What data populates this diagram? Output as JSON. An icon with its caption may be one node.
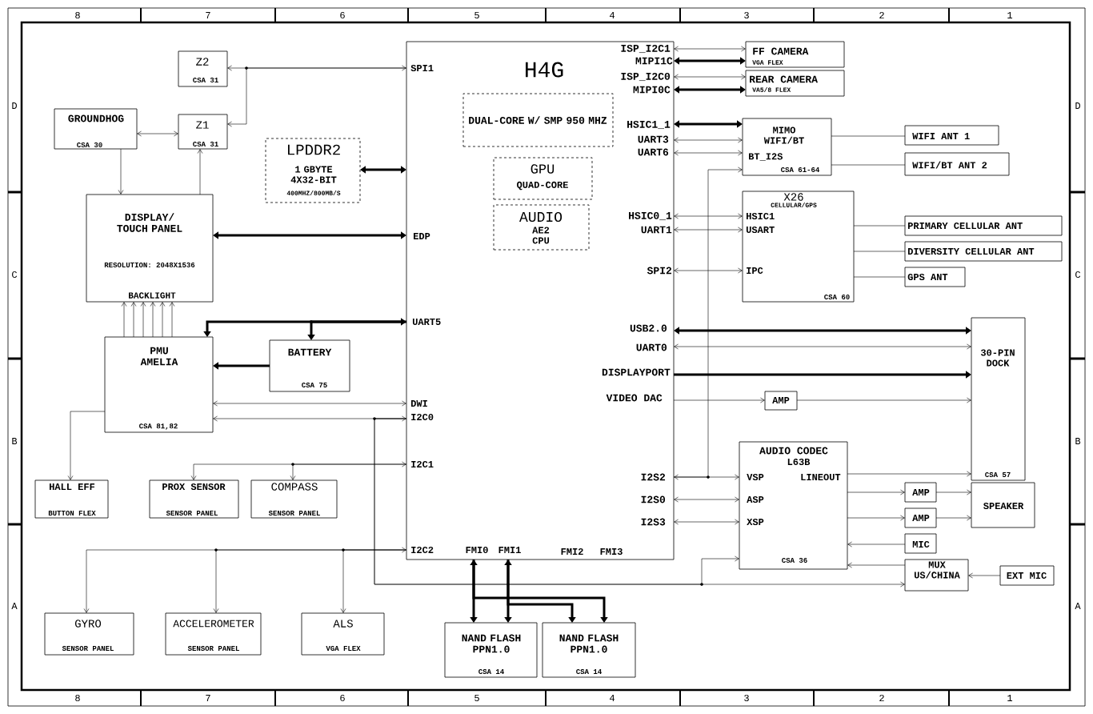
{
  "diagram": {
    "nodes": [
      {
        "text": [
          "H4G",
          "SPI1",
          "EDP",
          "UART5",
          "DWI",
          "I2C0",
          "I2C1",
          "I2C2",
          "FMI0",
          "FMI1",
          "FMI2",
          "FMI3",
          "ISP_I2C1",
          "MIPI1C",
          "ISP_I2C0",
          "MIPI0C",
          "HSIC1_1",
          "UART3",
          "UART6",
          "HSIC0_1",
          "UART1",
          "SPI2",
          "USB2.0",
          "UART0",
          "DISPLAYPORT",
          "VIDEO DAC",
          "I2S2",
          "I2S0",
          "I2S3"
        ]
      },
      {
        "text": [
          "DUAL-CORE W/ SMP 950 MHZ"
        ],
        "in": 0
      },
      {
        "text": [
          "GPU",
          "QUAD-CORE"
        ],
        "in": 0
      },
      {
        "text": [
          "AUDIO",
          "AE2 CPU"
        ],
        "in": 0
      },
      {
        "text": [
          "LPDDR2",
          "1 GBYTE 4X32-BIT",
          "400MHZ/800MB/S"
        ]
      },
      {
        "text": [
          "Z2",
          "CSA 31"
        ]
      },
      {
        "text": [
          "GROUNDHOG",
          "CSA 30"
        ]
      },
      {
        "text": [
          "Z1",
          "CSA 31"
        ]
      },
      {
        "text": [
          "DISPLAY/ TOUCH PANEL",
          "RESOLUTION: 2048X1536",
          "BACKLIGHT"
        ]
      },
      {
        "text": [
          "PMU AMELIA",
          "CSA 81,82"
        ]
      },
      {
        "text": [
          "BATTERY",
          "CSA 75"
        ]
      },
      {
        "text": [
          "HALL EFF",
          "BUTTON FLEX"
        ]
      },
      {
        "text": [
          "PROX SENSOR",
          "SENSOR PANEL"
        ]
      },
      {
        "text": [
          "COMPASS",
          "SENSOR PANEL"
        ]
      },
      {
        "text": [
          "GYRO",
          "SENSOR PANEL"
        ]
      },
      {
        "text": [
          "ACCELEROMETER",
          "SENSOR PANEL"
        ]
      },
      {
        "text": [
          "ALS",
          "VGA FLEX"
        ]
      },
      {
        "text": [
          "NAND FLASH PPN1.0",
          "CSA 14"
        ]
      },
      {
        "text": [
          "NAND FLASH PPN1.0",
          "CSA 14"
        ]
      },
      {
        "text": [
          "FF CAMERA",
          "VGA FLEX"
        ]
      },
      {
        "text": [
          "REAR CAMERA",
          "VA5/8 FLEX"
        ]
      },
      {
        "text": [
          "MIMO WIFI/BT",
          "BT_I2S",
          "CSA 61-64"
        ]
      },
      {
        "text": [
          "WIFI ANT 1"
        ]
      },
      {
        "text": [
          "WIFI/BT ANT 2"
        ]
      },
      {
        "text": [
          "X26",
          "CELLULAR/GPS",
          "HSIC1",
          "USART",
          "IPC",
          "CSA 60"
        ]
      },
      {
        "text": [
          "PRIMARY CELLULAR ANT"
        ]
      },
      {
        "text": [
          "DIVERSITY CELLULAR ANT"
        ]
      },
      {
        "text": [
          "GPS ANT"
        ]
      },
      {
        "text": [
          "30-PIN DOCK",
          "CSA 57"
        ]
      },
      {
        "text": [
          "AMP"
        ]
      },
      {
        "text": [
          "AUDIO CODEC",
          "L63B",
          "VSP",
          "LINEOUT",
          "ASP",
          "XSP",
          "CSA 36"
        ]
      },
      {
        "text": [
          "AMP"
        ]
      },
      {
        "text": [
          "AMP"
        ]
      },
      {
        "text": [
          "SPEAKER"
        ]
      },
      {
        "text": [
          "MIC"
        ]
      },
      {
        "text": [
          "MUX US/CHINA"
        ]
      },
      {
        "text": [
          "EXT MIC"
        ]
      }
    ],
    "edges": [
      {
        "from": 0,
        "to": 5,
        "arrow": "both"
      },
      {
        "from": 0,
        "to": 7,
        "arrow": "to"
      },
      {
        "from": 6,
        "to": 7,
        "arrow": "both"
      },
      {
        "from": 6,
        "to": 8,
        "arrow": "to"
      },
      {
        "from": 8,
        "to": 7,
        "arrow": "to"
      },
      {
        "from": 4,
        "to": 0,
        "arrow": "both",
        "style": "thick"
      },
      {
        "from": 8,
        "to": 0,
        "arrow": "both",
        "style": "thick"
      },
      {
        "from": 9,
        "to": 8,
        "arrow": "to"
      },
      {
        "from": 9,
        "to": 8,
        "arrow": "to"
      },
      {
        "from": 9,
        "to": 8,
        "arrow": "to"
      },
      {
        "from": 9,
        "to": 8,
        "arrow": "to"
      },
      {
        "from": 9,
        "to": 8,
        "arrow": "to"
      },
      {
        "from": 9,
        "to": 8,
        "arrow": "to"
      },
      {
        "from": 0,
        "to": 9,
        "arrow": "both",
        "style": "thick"
      },
      {
        "from": 0,
        "to": 10,
        "arrow": "to",
        "style": "thick"
      },
      {
        "from": 10,
        "to": 9,
        "arrow": "to",
        "style": "thick"
      },
      {
        "from": 9,
        "to": 0,
        "arrow": "both"
      },
      {
        "from": 9,
        "to": 0,
        "arrow": "both"
      },
      {
        "from": 0,
        "to": 35,
        "arrow": "to"
      },
      {
        "from": 0,
        "to": 30,
        "arrow": "to"
      },
      {
        "from": 9,
        "to": 11,
        "arrow": "to"
      },
      {
        "from": 0,
        "to": 12,
        "arrow": "both"
      },
      {
        "from": 0,
        "to": 13,
        "arrow": "to"
      },
      {
        "from": 0,
        "to": 14,
        "arrow": "both"
      },
      {
        "from": 0,
        "to": 15,
        "arrow": "to"
      },
      {
        "from": 0,
        "to": 16,
        "arrow": "to"
      },
      {
        "from": 0,
        "to": 17,
        "arrow": "both",
        "style": "thick"
      },
      {
        "from": 0,
        "to": 18,
        "arrow": "to",
        "style": "thick"
      },
      {
        "from": 0,
        "to": 17,
        "arrow": "both",
        "style": "thick"
      },
      {
        "from": 0,
        "to": 18,
        "arrow": "to",
        "style": "thick"
      },
      {
        "from": 0,
        "to": 19,
        "arrow": "both"
      },
      {
        "from": 0,
        "to": 19,
        "arrow": "both",
        "style": "thick"
      },
      {
        "from": 0,
        "to": 20,
        "arrow": "both"
      },
      {
        "from": 0,
        "to": 20,
        "arrow": "both",
        "style": "thick"
      },
      {
        "from": 0,
        "to": 21,
        "arrow": "both",
        "style": "thick"
      },
      {
        "from": 0,
        "to": 21,
        "arrow": "both"
      },
      {
        "from": 0,
        "to": 21,
        "arrow": "both"
      },
      {
        "from": 0,
        "to": 21,
        "arrow": "to"
      },
      {
        "from": 21,
        "to": 22,
        "arrow": "none"
      },
      {
        "from": 21,
        "to": 23,
        "arrow": "none"
      },
      {
        "from": 0,
        "to": 24,
        "arrow": "both"
      },
      {
        "from": 0,
        "to": 24,
        "arrow": "both"
      },
      {
        "from": 0,
        "to": 24,
        "arrow": "both"
      },
      {
        "from": 24,
        "to": 25,
        "arrow": "none"
      },
      {
        "from": 24,
        "to": 26,
        "arrow": "none"
      },
      {
        "from": 24,
        "to": 27,
        "arrow": "none"
      },
      {
        "from": 0,
        "to": 28,
        "arrow": "both",
        "style": "thick"
      },
      {
        "from": 0,
        "to": 28,
        "arrow": "both"
      },
      {
        "from": 0,
        "to": 28,
        "arrow": "to",
        "style": "thick"
      },
      {
        "from": 0,
        "to": 29,
        "arrow": "to"
      },
      {
        "from": 29,
        "to": 28,
        "arrow": "to"
      },
      {
        "from": 0,
        "to": 30,
        "arrow": "both"
      },
      {
        "from": 0,
        "to": 30,
        "arrow": "both"
      },
      {
        "from": 0,
        "to": 30,
        "arrow": "both"
      },
      {
        "from": 30,
        "to": 28,
        "arrow": "to"
      },
      {
        "from": 30,
        "to": 31,
        "arrow": "to"
      },
      {
        "from": 30,
        "to": 32,
        "arrow": "to"
      },
      {
        "from": 31,
        "to": 33,
        "arrow": "to"
      },
      {
        "from": 32,
        "to": 33,
        "arrow": "to"
      },
      {
        "from": 34,
        "to": 30,
        "arrow": "to"
      },
      {
        "from": 35,
        "to": 30,
        "arrow": "to"
      },
      {
        "from": 36,
        "to": 35,
        "arrow": "to"
      }
    ],
    "labels": [
      "8",
      "7",
      "6",
      "5",
      "4",
      "3",
      "2",
      "1",
      "D",
      "D",
      "C",
      "C",
      "B",
      "B",
      "A",
      "A",
      "8",
      "7",
      "6",
      "5",
      "4",
      "3",
      "2",
      "1"
    ]
  }
}
